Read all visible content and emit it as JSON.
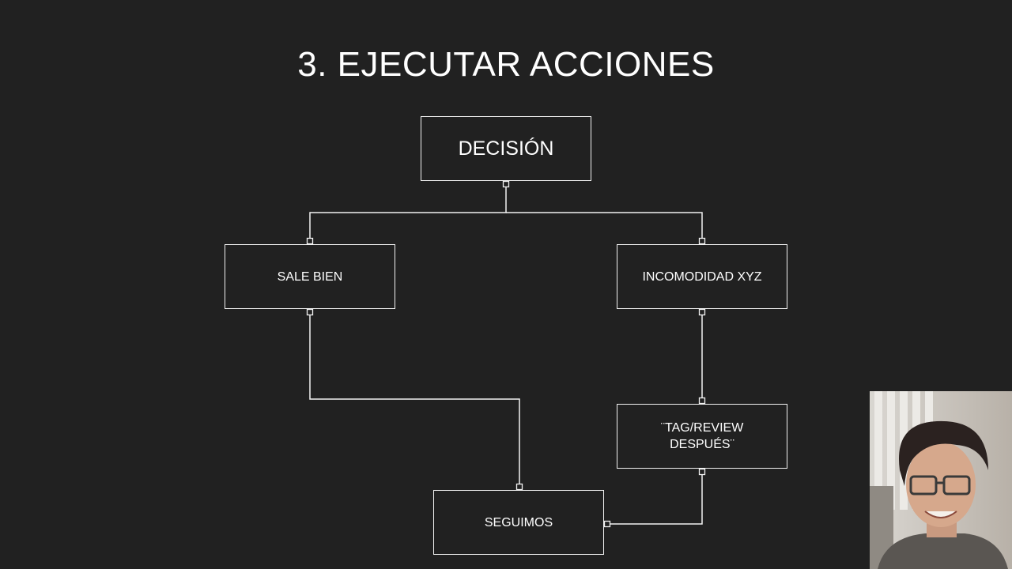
{
  "slide": {
    "title": "3. EJECUTAR ACCIONES"
  },
  "diagram": {
    "nodes": {
      "decision": "DECISIÓN",
      "sale_bien": "SALE BIEN",
      "incomodidad": "INCOMODIDAD XYZ",
      "tag_review": "¨TAG/REVIEW\nDESPUÉS¨",
      "seguimos": "SEGUIMOS"
    }
  },
  "colors": {
    "background": "#212121",
    "stroke": "#f2f2f2",
    "text": "#ffffff"
  }
}
